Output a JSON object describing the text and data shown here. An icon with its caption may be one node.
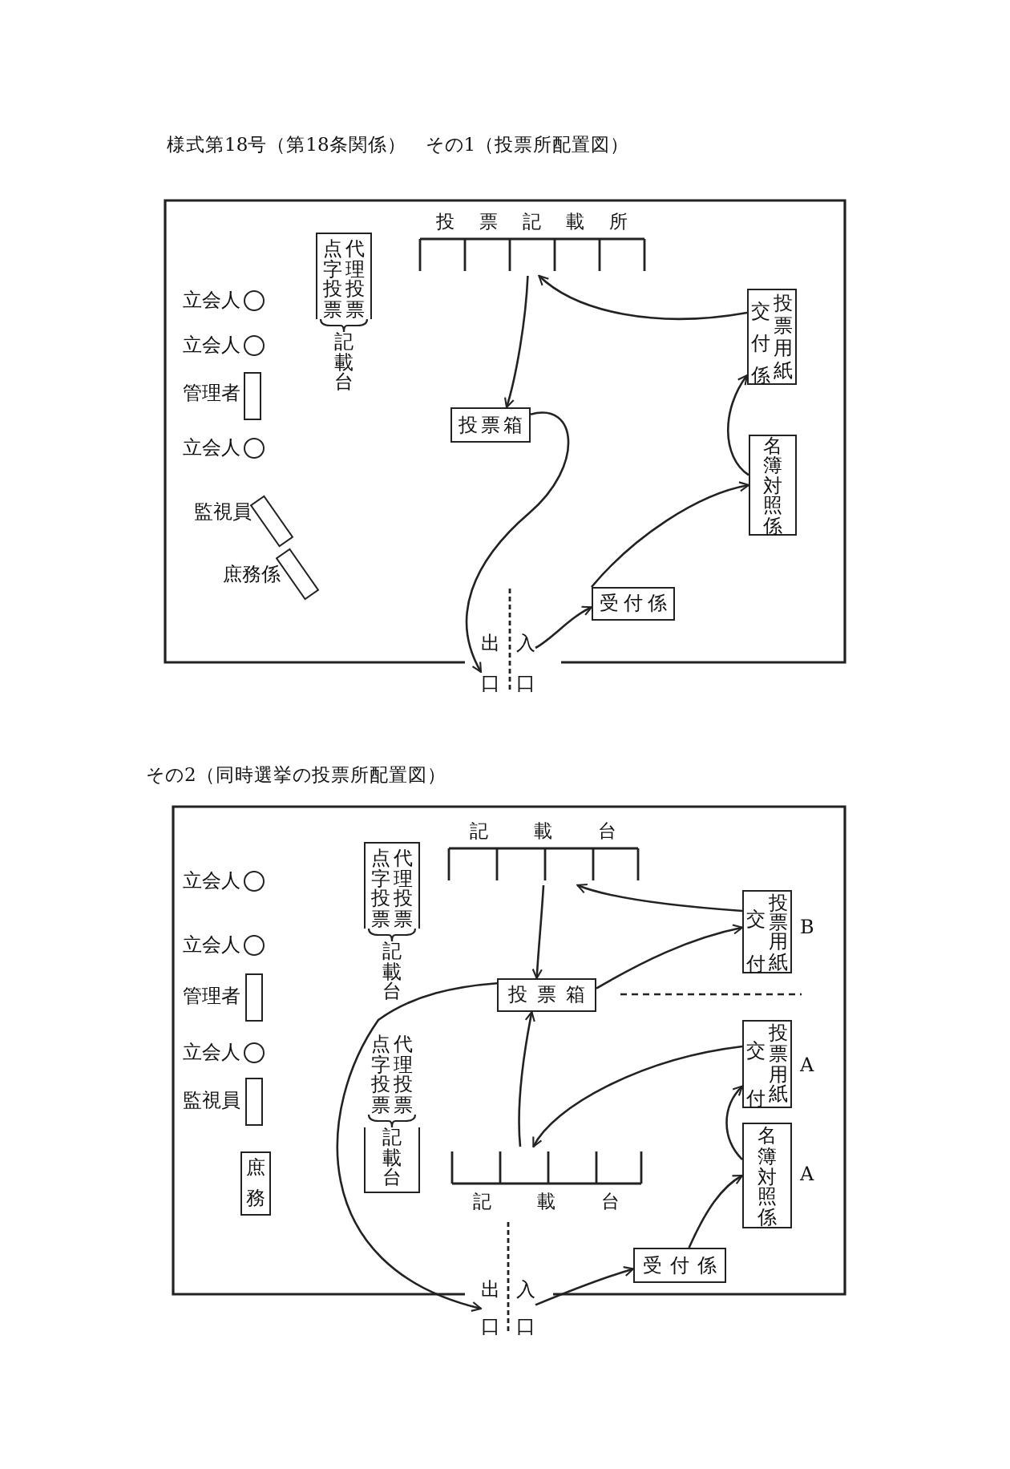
{
  "diagram": {
    "title": "様式第18号（第18条関係）　その1（投票所配置図）",
    "nodes": [
      {
        "text": [],
        "shape": "circle",
        "beside": [
          "立会人"
        ]
      },
      {
        "text": [],
        "shape": "circle",
        "beside": [
          "立会人"
        ]
      },
      {
        "text": [],
        "shape": "box",
        "beside": [
          "管理者"
        ]
      },
      {
        "text": [],
        "shape": "circle",
        "beside": [
          "立会人"
        ]
      },
      {
        "text": [],
        "shape": "box",
        "beside": [
          "監視員"
        ]
      },
      {
        "text": [],
        "shape": "box",
        "beside": [
          "庶務係"
        ]
      },
      {
        "text": [
          "点字投票",
          "代理投票",
          "記載台"
        ]
      },
      {
        "text": [
          "投票記載所"
        ]
      },
      {
        "text": [
          "投票箱"
        ]
      },
      {
        "text": [
          "交付係",
          "投票用紙"
        ]
      },
      {
        "text": [
          "名簿対照係"
        ]
      },
      {
        "text": [
          "受付係"
        ]
      },
      {
        "text": [
          "入口"
        ]
      },
      {
        "text": [
          "出口"
        ]
      },
      {
        "text": [],
        "shape": "circle",
        "beside": [
          "立会人"
        ]
      },
      {
        "text": [],
        "shape": "circle",
        "beside": [
          "立会人"
        ]
      },
      {
        "text": [],
        "shape": "box",
        "beside": [
          "管理者"
        ]
      },
      {
        "text": [],
        "shape": "circle",
        "beside": [
          "立会人"
        ]
      },
      {
        "text": [],
        "shape": "box",
        "beside": [
          "監視員"
        ]
      },
      {
        "text": [
          "庶務"
        ]
      },
      {
        "text": [
          "点字投票",
          "代理投票",
          "記載台"
        ]
      },
      {
        "text": [
          "点字投票",
          "代理投票",
          "記載台"
        ]
      },
      {
        "text": [
          "記載台"
        ]
      },
      {
        "text": [
          "投票箱"
        ]
      },
      {
        "text": [
          "交付",
          "投票用紙"
        ],
        "beside": [
          "B"
        ]
      },
      {
        "text": [
          "交付",
          "投票用紙"
        ],
        "beside": [
          "A"
        ]
      },
      {
        "text": [
          "名簿対照係"
        ],
        "beside": [
          "A"
        ]
      },
      {
        "text": [
          "記載台"
        ]
      },
      {
        "text": [
          "受付係"
        ]
      },
      {
        "text": [
          "入口"
        ]
      },
      {
        "text": [
          "出口"
        ]
      }
    ],
    "edges": [
      {
        "from": 12,
        "to": 11,
        "arrow": "to"
      },
      {
        "from": 11,
        "to": 10,
        "arrow": "to"
      },
      {
        "from": 10,
        "to": 9,
        "arrow": "to"
      },
      {
        "from": 9,
        "to": 7,
        "arrow": "to"
      },
      {
        "from": 7,
        "to": 8,
        "arrow": "to"
      },
      {
        "from": 8,
        "to": 13,
        "arrow": "to"
      },
      {
        "from": 29,
        "to": 28,
        "arrow": "to"
      },
      {
        "from": 28,
        "to": 26,
        "arrow": "to"
      },
      {
        "from": 26,
        "to": 25,
        "arrow": "to"
      },
      {
        "from": 25,
        "to": 27,
        "arrow": "to"
      },
      {
        "from": 27,
        "to": 23,
        "arrow": "to"
      },
      {
        "from": 22,
        "to": 23,
        "arrow": "to"
      },
      {
        "from": 23,
        "to": 24,
        "arrow": "to"
      },
      {
        "from": 24,
        "to": 22,
        "arrow": "to"
      },
      {
        "from": 23,
        "to": 30,
        "arrow": "to"
      }
    ],
    "labels": [
      "その2（同時選挙の投票所配置図）"
    ]
  }
}
